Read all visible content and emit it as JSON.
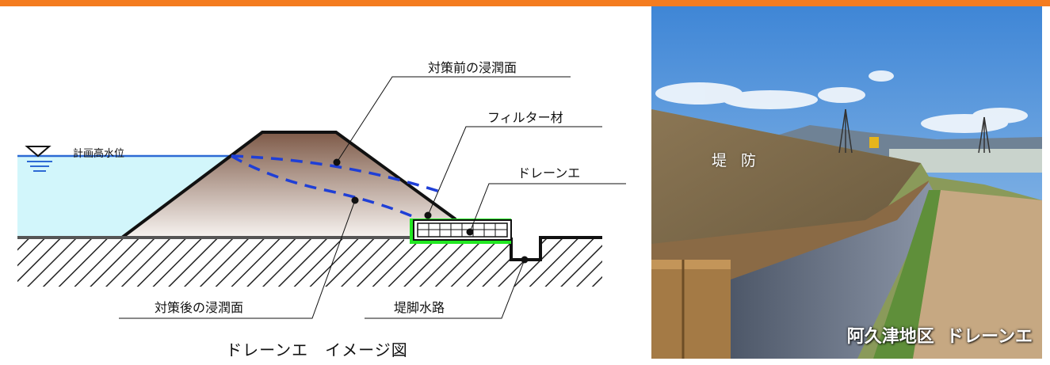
{
  "header": {
    "accent_color": "#f47c20"
  },
  "diagram": {
    "water_level_label": "計画高水位",
    "labels": {
      "before": "対策前の浸潤面",
      "filter": "フィルター材",
      "drain": "ドレーンエ",
      "after": "対策後の浸潤面",
      "channel": "堤脚水路"
    },
    "caption": "ドレーンエ　イメージ図",
    "colors": {
      "water": "#d2f6fb",
      "water_line": "#2d6ad4",
      "seepage_line": "#1f3fd6",
      "filter": "#22e822",
      "embankment_top": "#7e5a48",
      "embankment_bottom": "#f7f3f0"
    }
  },
  "photo": {
    "levee_label": "堤 防",
    "caption": "阿久津地区  ドレーンエ"
  }
}
